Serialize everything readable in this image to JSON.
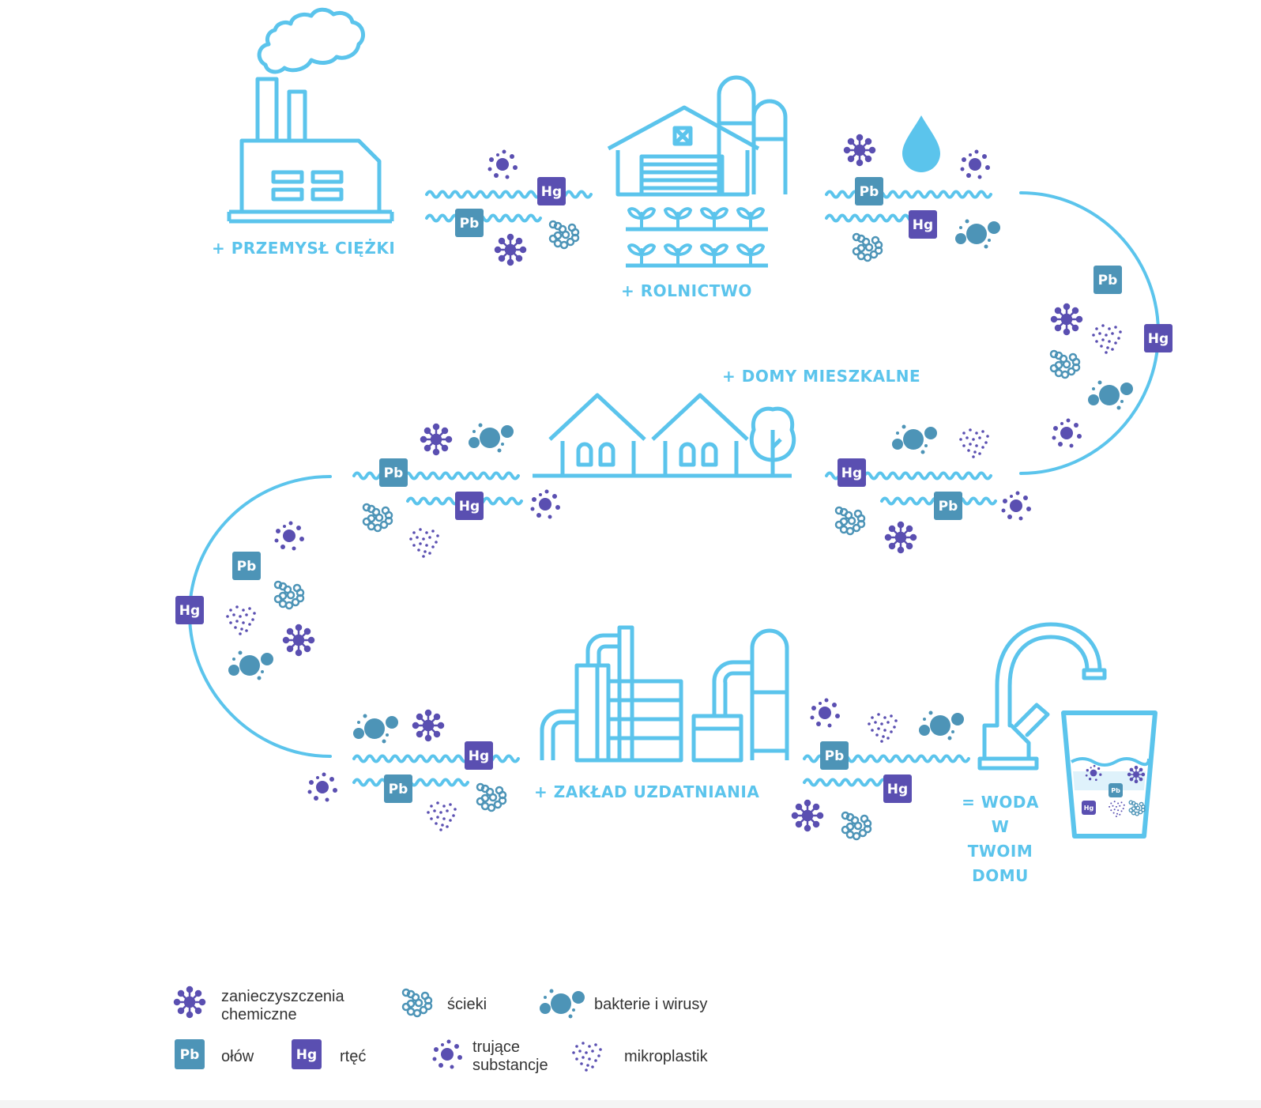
{
  "colors": {
    "line": "#5bc4ec",
    "lead": "#4d94b7",
    "mercury": "#5a4fb1",
    "particle": "#5a4fb1",
    "bacteria": "#4d94b7"
  },
  "stages": {
    "industry": "+ PRZEMYSŁ CIĘŻKI",
    "agriculture": "+ ROLNICTWO",
    "homes": "+ DOMY MIESZKALNE",
    "treatment": "+ ZAKŁAD UZDATNIANIA",
    "result_lines": [
      "= WODA W",
      "TWOIM",
      "DOMU"
    ]
  },
  "badges": {
    "lead": "Pb",
    "mercury": "Hg"
  },
  "legend": {
    "chemical_lines": [
      "zanieczyszczenia",
      "chemiczne"
    ],
    "sewage": "ścieki",
    "bacteria": "bakterie i wirusy",
    "lead": "ołów",
    "mercury": "rtęć",
    "toxic_lines": [
      "trujące",
      "substancje"
    ],
    "microplastic": "mikroplastik"
  },
  "icons": [
    "factory-icon",
    "farm-icon",
    "houses-icon",
    "treatment-plant-icon",
    "faucet-icon",
    "water-glass-icon",
    "water-drop-icon"
  ]
}
